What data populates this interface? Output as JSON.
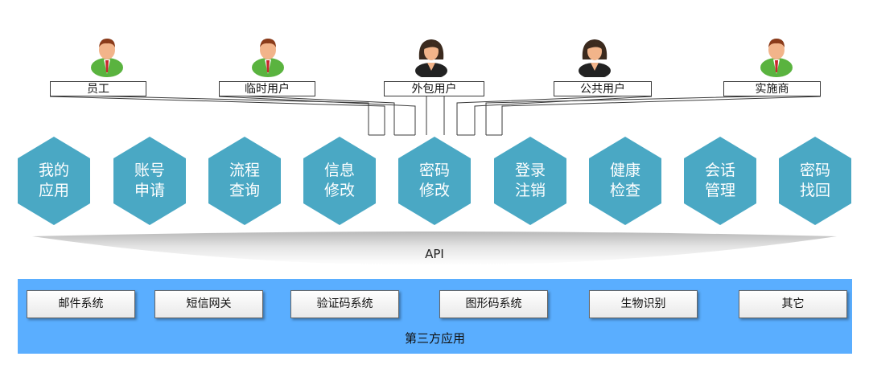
{
  "users": [
    {
      "label": "员工",
      "gender": "male"
    },
    {
      "label": "临时用户",
      "gender": "male"
    },
    {
      "label": "外包用户",
      "gender": "female"
    },
    {
      "label": "公共用户",
      "gender": "female"
    },
    {
      "label": "实施商",
      "gender": "male"
    }
  ],
  "functions": [
    {
      "line1": "我的",
      "line2": "应用"
    },
    {
      "line1": "账号",
      "line2": "申请"
    },
    {
      "line1": "流程",
      "line2": "查询"
    },
    {
      "line1": "信息",
      "line2": "修改"
    },
    {
      "line1": "密码",
      "line2": "修改"
    },
    {
      "line1": "登录",
      "line2": "注销"
    },
    {
      "line1": "健康",
      "line2": "检查"
    },
    {
      "line1": "会话",
      "line2": "管理"
    },
    {
      "line1": "密码",
      "line2": "找回"
    }
  ],
  "api_label": "API",
  "third_party": {
    "title": "第三方应用",
    "items": [
      "邮件系统",
      "短信网关",
      "验证码系统",
      "图形码系统",
      "生物识别",
      "其它"
    ]
  },
  "colors": {
    "hexagon": "#4aa8c4",
    "platform": "#5aaeff",
    "male_shirt": "#5ab33f",
    "tie": "#c8262c",
    "female_hair": "#3b2a1e"
  }
}
